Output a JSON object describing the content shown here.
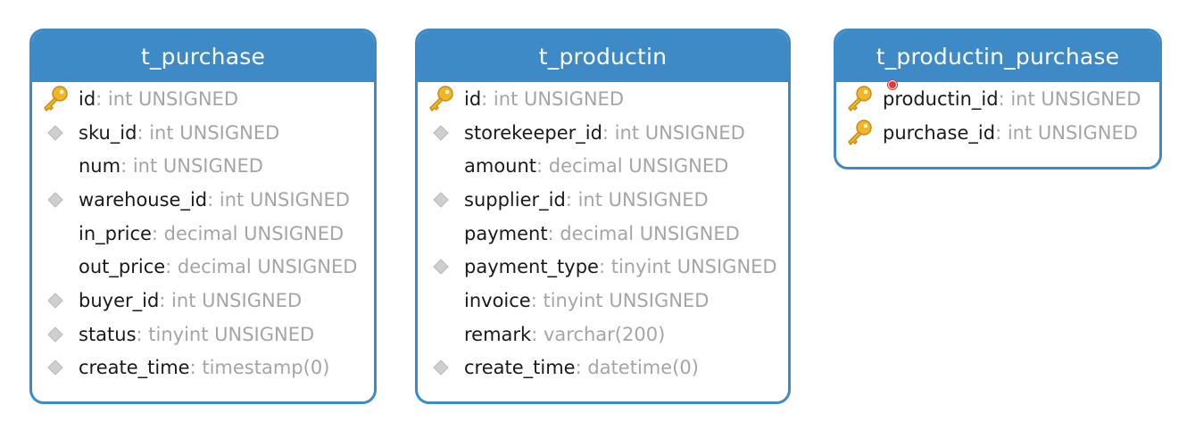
{
  "tables": [
    {
      "name": "t_purchase",
      "fields": [
        {
          "name": "id",
          "type": ": int UNSIGNED",
          "icon": "key-icon"
        },
        {
          "name": "sku_id",
          "type": ": int UNSIGNED",
          "icon": "diamond-icon"
        },
        {
          "name": "num",
          "type": ": int UNSIGNED",
          "icon": ""
        },
        {
          "name": "warehouse_id",
          "type": ": int UNSIGNED",
          "icon": "diamond-icon"
        },
        {
          "name": "in_price",
          "type": ": decimal UNSIGNED",
          "icon": ""
        },
        {
          "name": "out_price",
          "type": ": decimal UNSIGNED",
          "icon": ""
        },
        {
          "name": "buyer_id",
          "type": ": int UNSIGNED",
          "icon": "diamond-icon"
        },
        {
          "name": "status",
          "type": ": tinyint UNSIGNED",
          "icon": "diamond-icon"
        },
        {
          "name": "create_time",
          "type": ": timestamp(0)",
          "icon": "diamond-icon"
        }
      ]
    },
    {
      "name": "t_productin",
      "fields": [
        {
          "name": "id",
          "type": ": int UNSIGNED",
          "icon": "key-icon"
        },
        {
          "name": "storekeeper_id",
          "type": ": int UNSIGNED",
          "icon": "diamond-icon"
        },
        {
          "name": "amount",
          "type": ": decimal UNSIGNED",
          "icon": ""
        },
        {
          "name": "supplier_id",
          "type": ": int UNSIGNED",
          "icon": "diamond-icon"
        },
        {
          "name": "payment",
          "type": ": decimal UNSIGNED",
          "icon": ""
        },
        {
          "name": "payment_type",
          "type": ": tinyint UNSIGNED",
          "icon": "diamond-icon"
        },
        {
          "name": "invoice",
          "type": ": tinyint UNSIGNED",
          "icon": ""
        },
        {
          "name": "remark",
          "type": ": varchar(200)",
          "icon": ""
        },
        {
          "name": "create_time",
          "type": ": datetime(0)",
          "icon": "diamond-icon"
        }
      ]
    },
    {
      "name": "t_productin_purchase",
      "fields": [
        {
          "name": "productin_id",
          "type": ": int UNSIGNED",
          "icon": "key-icon"
        },
        {
          "name": "purchase_id",
          "type": ": int UNSIGNED",
          "icon": "key-icon"
        }
      ]
    }
  ],
  "colors": {
    "header": "#3d8ac7",
    "field_name": "#1a1a1a",
    "field_type": "#a5a5a5",
    "key": "#f0b429",
    "diamond": "#c9c9c9",
    "cursor_dot": "#e23a3a"
  }
}
